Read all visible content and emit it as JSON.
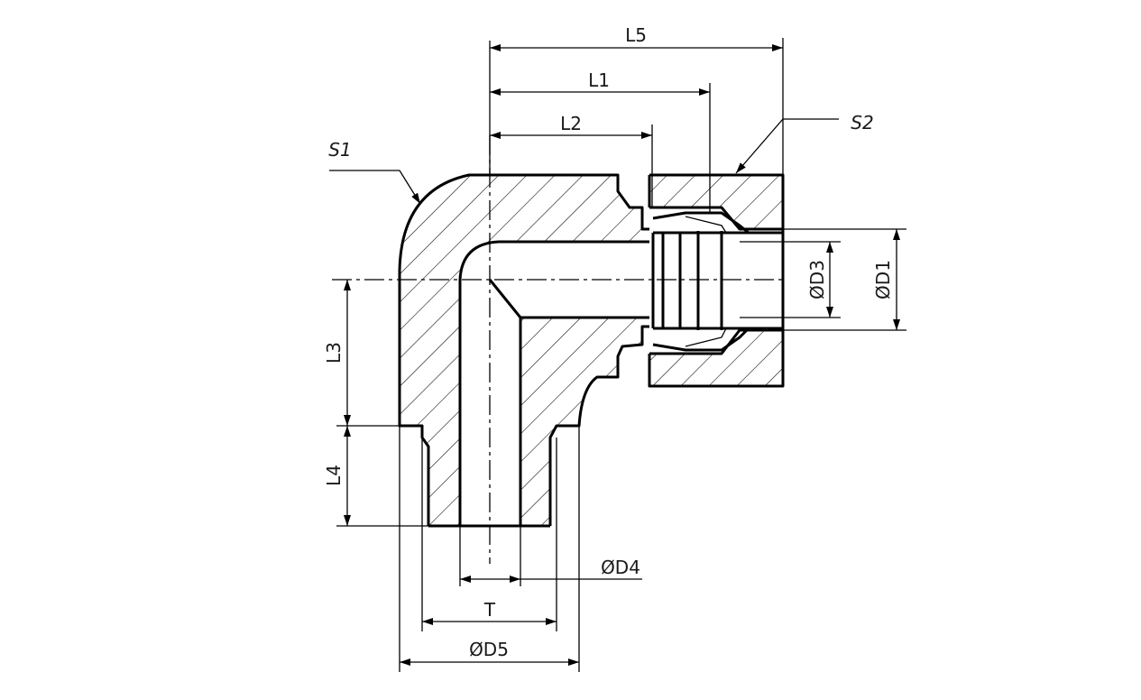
{
  "labels": {
    "L5": "L5",
    "L1": "L1",
    "L2": "L2",
    "S1": "S1",
    "S2": "S2",
    "L3": "L3",
    "L4": "L4",
    "D3": "ØD3",
    "D1": "ØD1",
    "D4": "ØD4",
    "T": "T",
    "D5": "ØD5"
  }
}
